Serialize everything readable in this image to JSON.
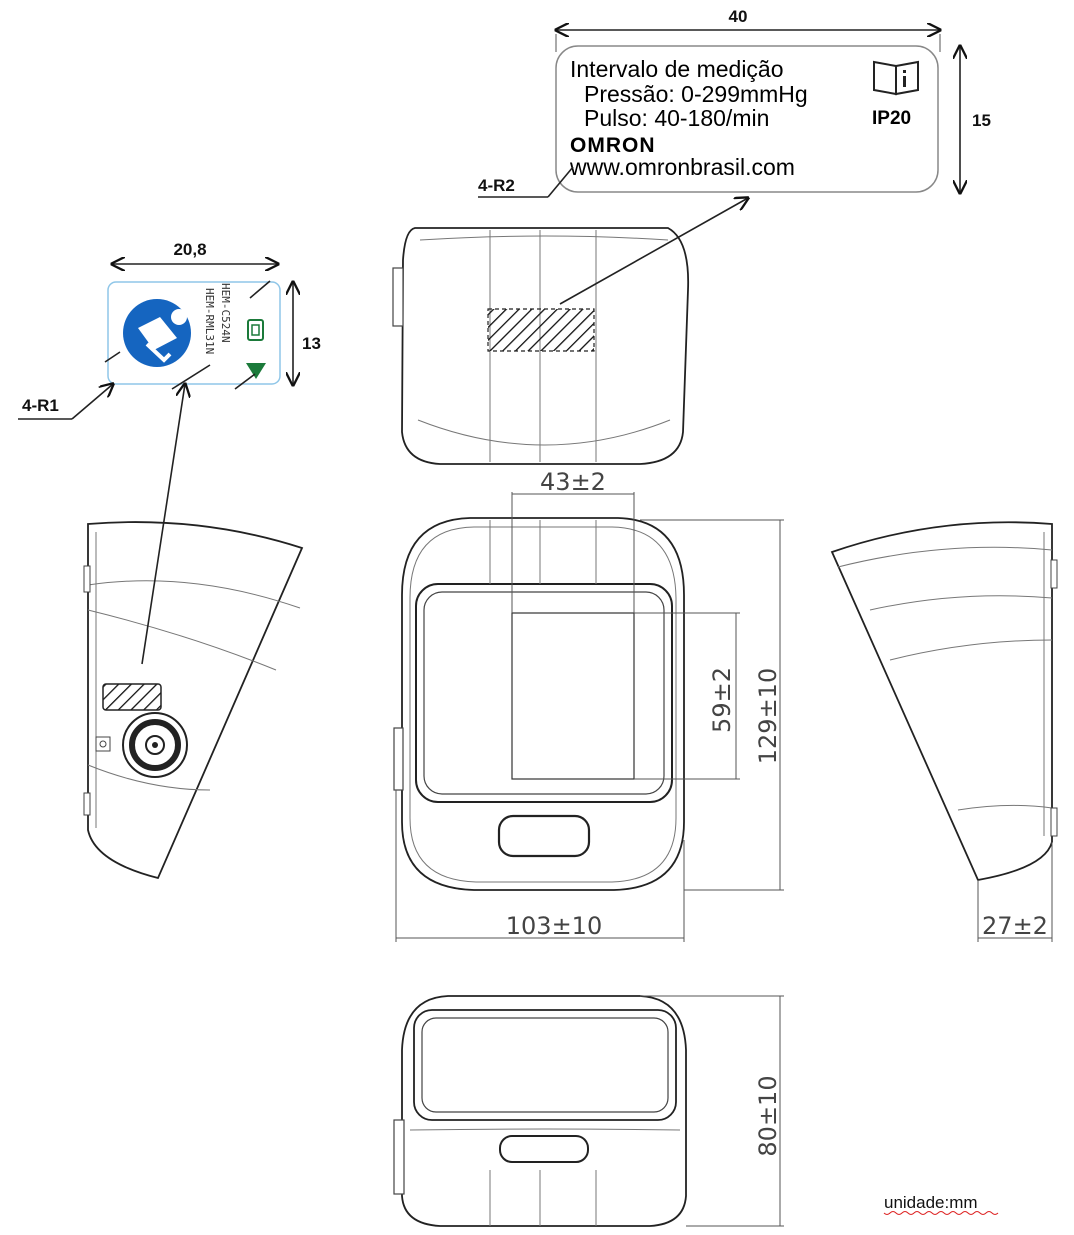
{
  "label_large": {
    "line1": "Intervalo de medição",
    "line2": "Pressão: 0-299mmHg",
    "line3": "Pulso: 40-180/min",
    "brand": "OMRON",
    "url": "www.omronbrasil.com",
    "rating": "IP20",
    "width_dim": "40",
    "height_dim": "15",
    "corner_label": "4-R2",
    "icon": "info-book-icon"
  },
  "label_small": {
    "model1": "HEM-C524N",
    "model2": "HEM-RML31N",
    "width_dim": "20,8",
    "height_dim": "13",
    "corner_label": "4-R1",
    "icons": [
      "read-manual-icon",
      "battery-icon",
      "triangle-down-icon"
    ],
    "accent_blue": "#1565c0",
    "accent_green": "#1b7a3a"
  },
  "dimensions": {
    "display_width": "43±2",
    "display_height": "59±2",
    "body_height": "129±10",
    "body_width": "103±10",
    "depth": "27±2",
    "bottom_height": "80±10"
  },
  "unit_note": "unidade:mm"
}
